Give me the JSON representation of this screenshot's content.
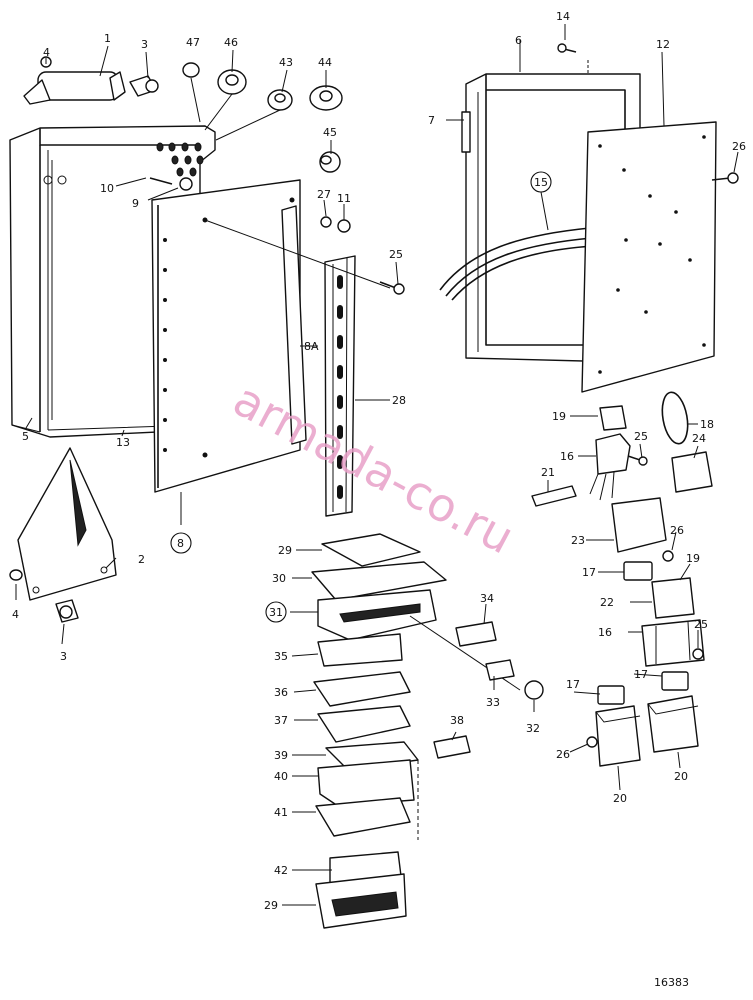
{
  "diagram": {
    "watermark": "armada-co.ru",
    "drawing_number": "16383",
    "callouts": {
      "c1": "1",
      "c2": "2",
      "c3a": "3",
      "c3b": "3",
      "c4a": "4",
      "c4b": "4",
      "c5": "5",
      "c6": "6",
      "c7": "7",
      "c8": "8",
      "c8a": "8A",
      "c9": "9",
      "c10": "10",
      "c11": "11",
      "c12": "12",
      "c13": "13",
      "c14": "14",
      "c15": "15",
      "c16a": "16",
      "c16b": "16",
      "c17a": "17",
      "c17b": "17",
      "c17c": "17",
      "c18": "18",
      "c19a": "19",
      "c19b": "19",
      "c20a": "20",
      "c20b": "20",
      "c21": "21",
      "c22": "22",
      "c23": "23",
      "c24": "24",
      "c25a": "25",
      "c25b": "25",
      "c25c": "25",
      "c26a": "26",
      "c26b": "26",
      "c26c": "26",
      "c27": "27",
      "c28": "28",
      "c29a": "29",
      "c29b": "29",
      "c30": "30",
      "c31": "31",
      "c32": "32",
      "c33": "33",
      "c34": "34",
      "c35": "35",
      "c36": "36",
      "c37": "37",
      "c38": "38",
      "c39": "39",
      "c40": "40",
      "c41": "41",
      "c42": "42",
      "c43": "43",
      "c44": "44",
      "c45": "45",
      "c46": "46",
      "c47": "47"
    }
  }
}
